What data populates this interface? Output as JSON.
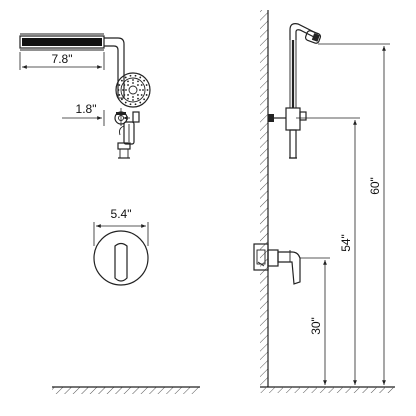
{
  "labels": {
    "showerhead_width": "7.8\"",
    "arm_offset": "1.8\"",
    "trim_plate_diameter": "5.4\"",
    "valve_height": "30\"",
    "diverter_height": "54\"",
    "showerhead_height": "60\""
  }
}
